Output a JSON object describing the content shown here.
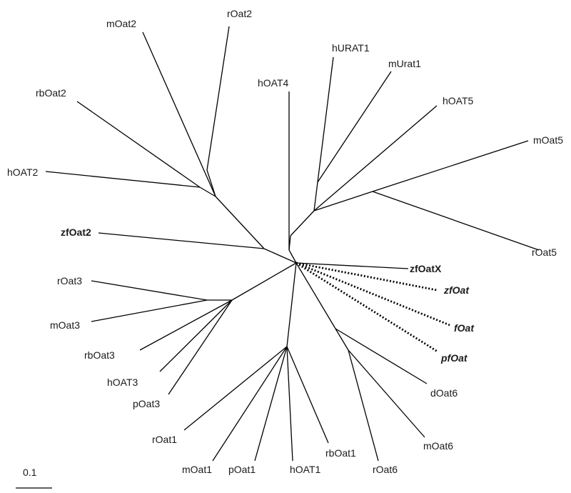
{
  "taxa": {
    "mOat2": "mOat2",
    "rOat2": "rOat2",
    "rbOat2": "rbOat2",
    "hOAT2": "hOAT2",
    "hURAT1": "hURAT1",
    "mUrat1": "mUrat1",
    "hOAT4": "hOAT4",
    "hOAT5": "hOAT5",
    "mOat5": "mOat5",
    "rOat5": "rOat5",
    "zfOat2": "zfOat2",
    "zfOatX": "zfOatX",
    "zfOat": "zfOat",
    "fOat": "fOat",
    "pfOat": "pfOat",
    "rOat3": "rOat3",
    "mOat3": "mOat3",
    "rbOat3": "rbOat3",
    "hOAT3": "hOAT3",
    "pOat3": "pOat3",
    "dOat6": "dOat6",
    "mOat6": "mOat6",
    "rOat6": "rOat6",
    "rbOat1": "rbOat1",
    "hOAT1": "hOAT1",
    "pOat1": "pOat1",
    "mOat1": "mOat1",
    "rOat1": "rOat1"
  },
  "scale_bar": {
    "label": "0.1"
  },
  "colors": {
    "line": "#000000",
    "text": "#1a1a1a",
    "background": "#ffffff"
  }
}
